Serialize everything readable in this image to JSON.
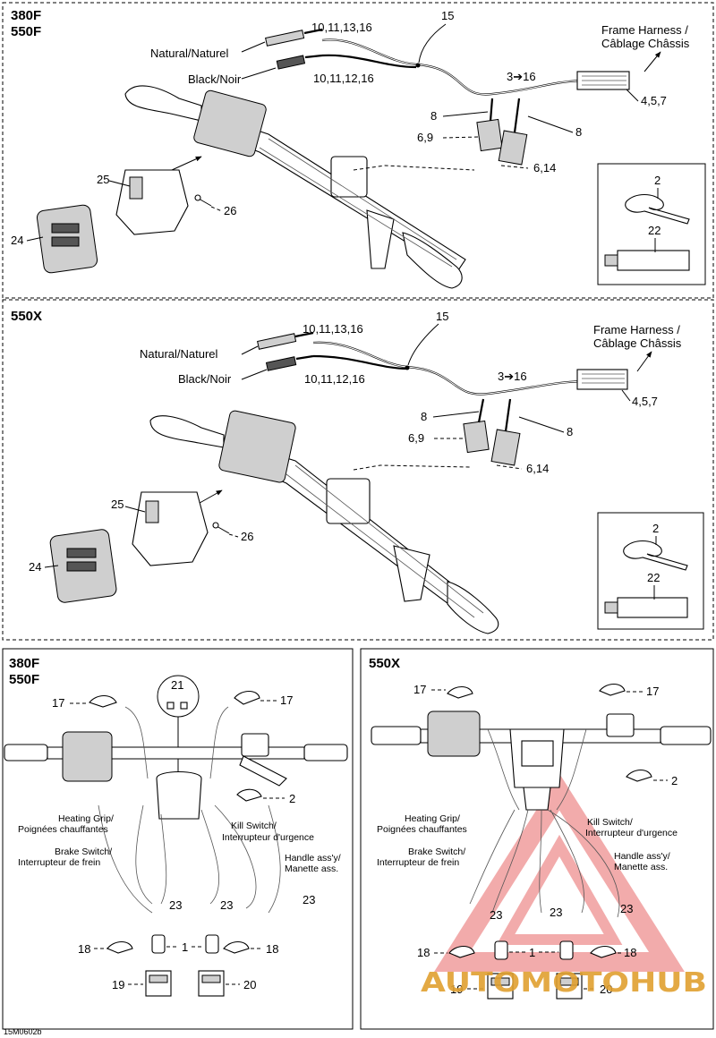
{
  "diagram_code": "15M0602b",
  "watermark": "AUTOMOTOHUB",
  "panels": [
    {
      "title_lines": [
        "380F",
        "550F"
      ],
      "labels": {
        "natural": "Natural/Naturel",
        "black": "Black/Noir",
        "frame_harness_1": "Frame Harness /",
        "frame_harness_2": "Câblage Châssis"
      },
      "callouts": {
        "c_10_11_13_16": "10,11,13,16",
        "c_10_11_12_16": "10,11,12,16",
        "c_15": "15",
        "c_3_16": "3➔16",
        "c_4_5_7": "4,5,7",
        "c_8a": "8",
        "c_8b": "8",
        "c_6_9": "6,9",
        "c_6_14": "6,14",
        "c_25": "25",
        "c_26": "26",
        "c_24": "24",
        "c_2": "2",
        "c_22": "22"
      }
    },
    {
      "title_lines": [
        "550X"
      ],
      "labels": {
        "natural": "Natural/Naturel",
        "black": "Black/Noir",
        "frame_harness_1": "Frame Harness /",
        "frame_harness_2": "Câblage Châssis"
      },
      "callouts": {
        "c_10_11_13_16": "10,11,13,16",
        "c_10_11_12_16": "10,11,12,16",
        "c_15": "15",
        "c_3_16": "3➔16",
        "c_4_5_7": "4,5,7",
        "c_8a": "8",
        "c_8b": "8",
        "c_6_9": "6,9",
        "c_6_14": "6,14",
        "c_25": "25",
        "c_26": "26",
        "c_24": "24",
        "c_2": "2",
        "c_22": "22"
      }
    },
    {
      "title_lines": [
        "380F",
        "550F"
      ],
      "labels": {
        "heating_1": "Heating Grip/",
        "heating_2": "Poignées chauffantes",
        "brake_1": "Brake Switch/",
        "brake_2": "Interrupteur de frein",
        "kill_1": "Kill Switch/",
        "kill_2": "Interrupteur d'urgence",
        "handle_1": "Handle ass'y/",
        "handle_2": "Manette ass."
      },
      "callouts": {
        "c_21": "21",
        "c_17a": "17",
        "c_17b": "17",
        "c_2": "2",
        "c_23a": "23",
        "c_23b": "23",
        "c_23c": "23",
        "c_18a": "18",
        "c_1": "1",
        "c_18b": "18",
        "c_19": "19",
        "c_20": "20"
      }
    },
    {
      "title_lines": [
        "550X"
      ],
      "labels": {
        "heating_1": "Heating Grip/",
        "heating_2": "Poignées chauffantes",
        "brake_1": "Brake Switch/",
        "brake_2": "Interrupteur de frein",
        "kill_1": "Kill Switch/",
        "kill_2": "Interrupteur d'urgence",
        "handle_1": "Handle ass'y/",
        "handle_2": "Manette ass."
      },
      "callouts": {
        "c_17a": "17",
        "c_17b": "17",
        "c_2": "2",
        "c_23a": "23",
        "c_23b": "23",
        "c_23c": "23",
        "c_18a": "18",
        "c_1": "1",
        "c_18b": "18",
        "c_19": "19",
        "c_20": "20"
      }
    }
  ],
  "colors": {
    "line": "#000000",
    "watermark_red": "#e24a4a",
    "watermark_gold": "#e0a030",
    "watermark_gray": "#888888"
  }
}
